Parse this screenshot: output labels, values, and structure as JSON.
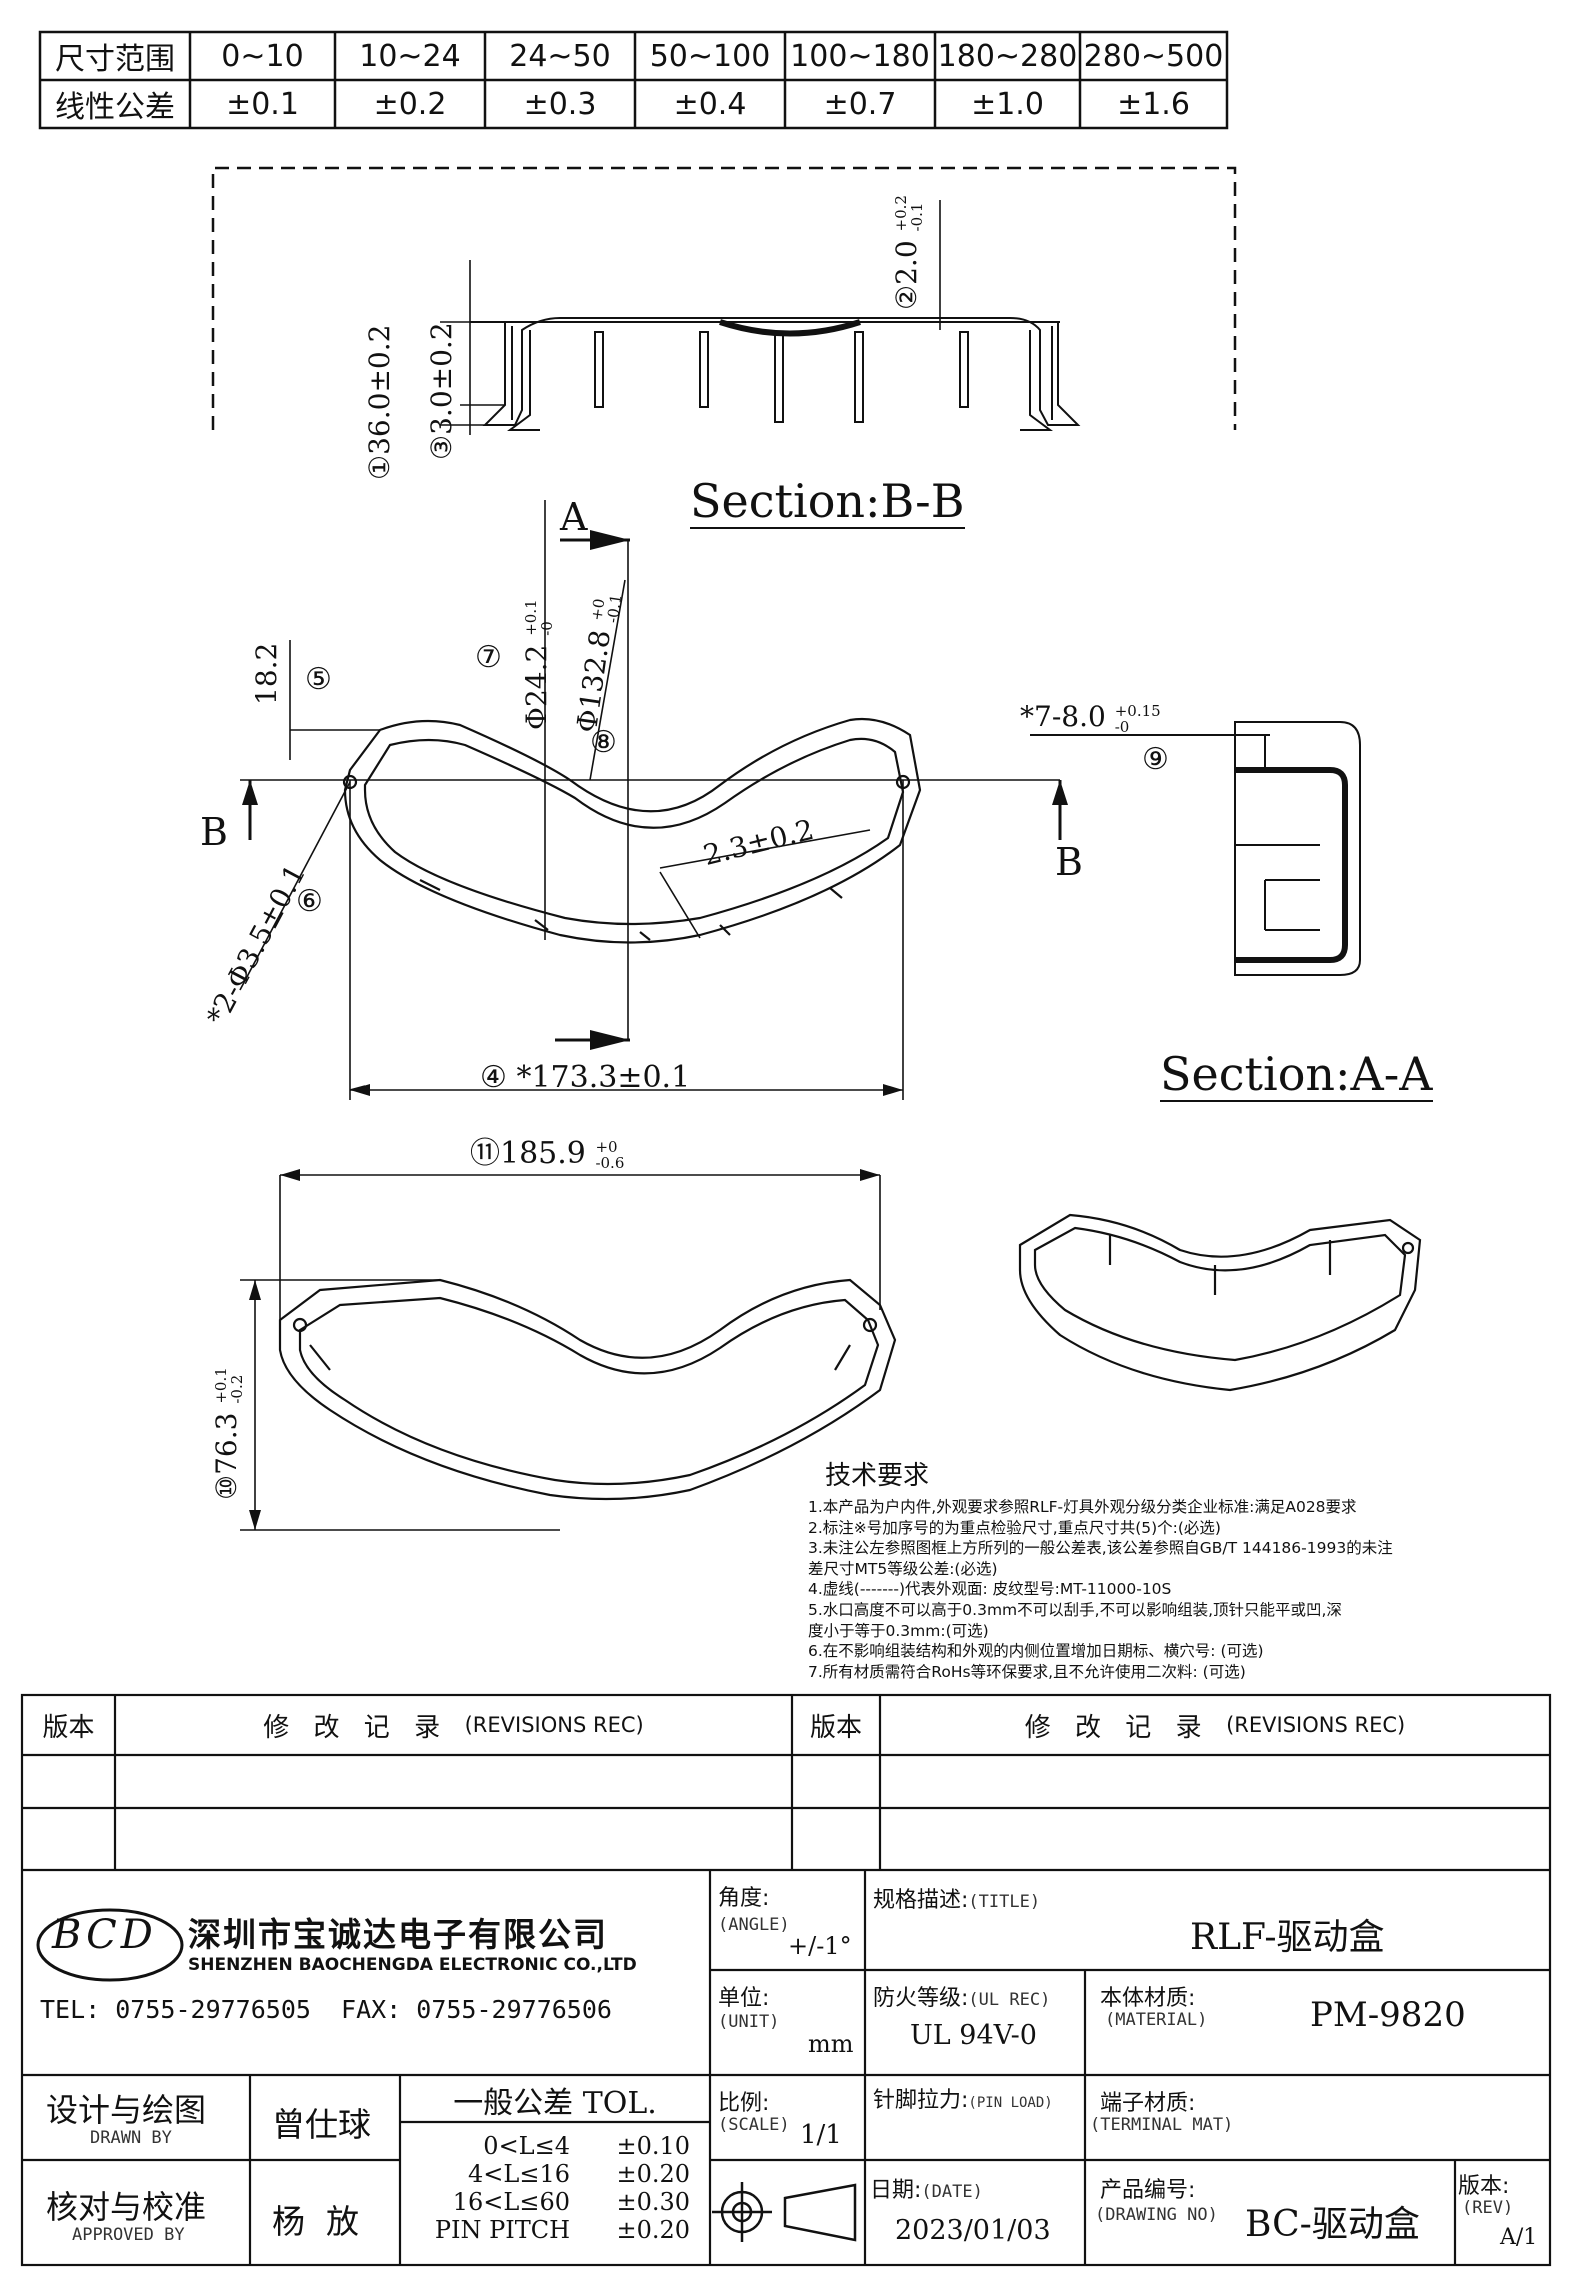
{
  "tolerance_table": {
    "row1_label": "尺寸范围",
    "row2_label": "线性公差",
    "ranges": [
      "0~10",
      "10~24",
      "24~50",
      "50~100",
      "100~180",
      "180~280",
      "280~500"
    ],
    "tolerances": [
      "±0.1",
      "±0.2",
      "±0.3",
      "±0.4",
      "±0.7",
      "±1.0",
      "±1.6"
    ]
  },
  "views": {
    "section_bb": "Section:B-B",
    "section_aa": "Section:A-A",
    "marker_a": "A",
    "marker_b": "B"
  },
  "dimensions": {
    "d1_num": "①",
    "d1": "36.0±0.2",
    "d2_num": "②",
    "d2": "2.0",
    "d2_tol_up": "+0.2",
    "d2_tol_dn": "-0.1",
    "d3_num": "③",
    "d3": "3.0±0.2",
    "d4_num": "④",
    "d4": "*173.3±0.1",
    "d5_num": "⑤",
    "d5": "18.2",
    "d6_num": "⑥",
    "d6": "*2-Φ3.5±0.1",
    "d7_num": "⑦",
    "d7": "Φ24.2",
    "d7_tol_up": "+0.1",
    "d7_tol_dn": "-0",
    "d8_num": "⑧",
    "d8": "Φ132.8",
    "d8_tol_up": "+0",
    "d8_tol_dn": "-0.1",
    "d9_num": "⑨",
    "d9": "*7-8.0",
    "d9_tol_up": "+0.15",
    "d9_tol_dn": "-0",
    "d10_num": "⑩",
    "d10": "76.3",
    "d10_tol_up": "+0.1",
    "d10_tol_dn": "-0.2",
    "d11_num": "⑪",
    "d11": "185.9",
    "d11_tol_up": "+0",
    "d11_tol_dn": "-0.6",
    "d_wall": "2.3±0.2"
  },
  "tech_requirements": {
    "title": "技术要求",
    "lines": [
      "1.本产品为户内件,外观要求参照RLF-灯具外观分级分类企业标准:满足A028要求",
      "2.标注※号加序号的为重点检验尺寸,重点尺寸共(5)个:(必选)",
      "3.未注公左参照图框上方所列的一般公差表,该公差参照自GB/T 144186-1993的未注",
      "差尺寸MT5等级公差:(必选)",
      "4.虚线(-------)代表外观面: 皮纹型号:MT-11000-10S",
      "5.水口高度不可以高于0.3mm不可以刮手,不可以影响组装,顶针只能平或凹,深",
      "度小于等于0.3mm:(可选)",
      "6.在不影响组装结构和外观的内侧位置增加日期标、横穴号: (可选)",
      "7.所有材质需符合RoHs等环保要求,且不允许使用二次料: (可选)"
    ]
  },
  "revisions": {
    "version_label": "版本",
    "record_label": "修 改 记 录",
    "record_label_en": "(REVISIONS REC)"
  },
  "company": {
    "logo_text": "BCD",
    "name_cn": "深圳市宝诚达电子有限公司",
    "name_en": "SHENZHEN BAOCHENGDA ELECTRONIC CO.,LTD",
    "tel_fax": "TEL: 0755-29776505  FAX: 0755-29776506"
  },
  "title_block": {
    "angle_label": "角度:",
    "angle_label_en": "(ANGLE)",
    "angle_value": "+/-1°",
    "spec_label": "规格描述:",
    "spec_label_en": "(TITLE)",
    "spec_value": "RLF-驱动盒",
    "unit_label": "单位:",
    "unit_label_en": "(UNIT)",
    "unit_value": "mm",
    "fire_label": "防火等级:",
    "fire_label_en": "(UL REC)",
    "fire_value": "UL 94V-0",
    "material_label": "本体材质:",
    "material_label_en": "(MATERIAL)",
    "material_value": "PM-9820",
    "designer_label": "设计与绘图",
    "designer_label_en": "DRAWN BY",
    "designer_value": "曾仕球",
    "general_tol_label": "一般公差 TOL.",
    "tol_rows": [
      {
        "range": "0<L≤4",
        "value": "±0.10"
      },
      {
        "range": "4<L≤16",
        "value": "±0.20"
      },
      {
        "range": "16<L≤60",
        "value": "±0.30"
      },
      {
        "range": "PIN PITCH",
        "value": "±0.20"
      }
    ],
    "scale_label": "比例:",
    "scale_label_en": "(SCALE)",
    "scale_value": "1/1",
    "pin_label": "针脚拉力:",
    "pin_label_en": "(PIN LOAD)",
    "terminal_label": "端子材质:",
    "terminal_label_en": "(TERMINAL MAT)",
    "checker_label": "核对与校准",
    "checker_label_en": "APPROVED BY",
    "checker_value": "杨  放",
    "date_label": "日期:",
    "date_label_en": "(DATE)",
    "date_value": "2023/01/03",
    "drawing_no_label": "产品编号:",
    "drawing_no_label_en": "(DRAWING NO)",
    "drawing_no_value": "BC-驱动盒",
    "rev_label": "版本:",
    "rev_label_en": "(REV)",
    "rev_value": "A/1"
  }
}
